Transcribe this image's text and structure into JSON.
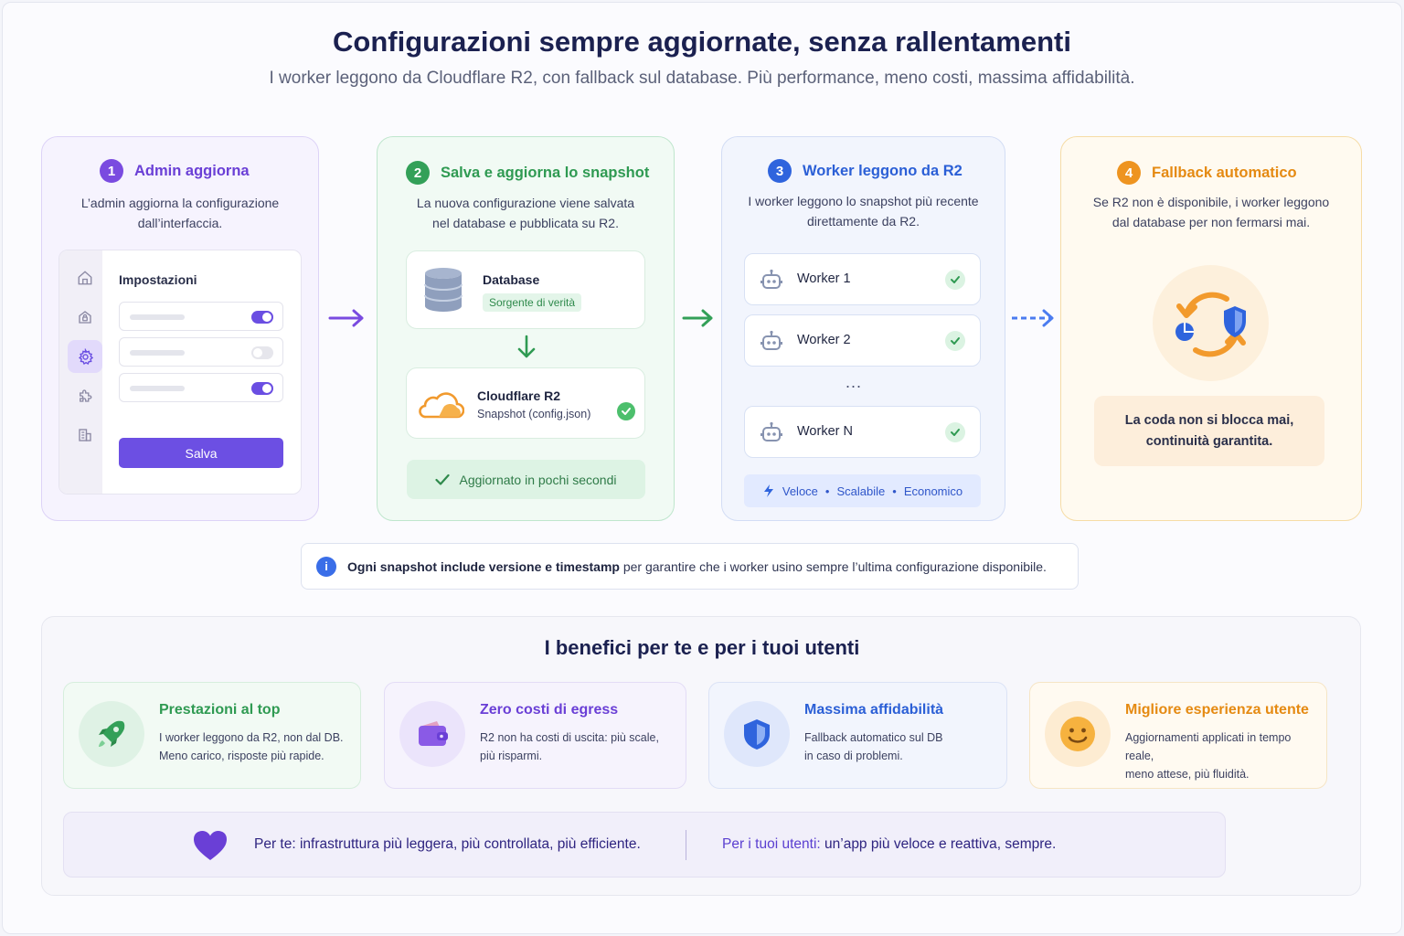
{
  "header": {
    "title": "Configurazioni sempre aggiornate, senza rallentamenti",
    "subtitle": "I worker leggono da Cloudflare R2, con fallback sul database. Più performance, meno costi, massima affidabilità."
  },
  "steps": [
    {
      "number": "1",
      "title": "Admin aggiorna",
      "desc_line1": "L’admin aggiorna la configurazione",
      "desc_line2": "dall’interfaccia.",
      "color": "#6a3fd6"
    },
    {
      "number": "2",
      "title": "Salva e aggiorna lo snapshot",
      "desc_line1": "La nuova configurazione viene salvata",
      "desc_line2": "nel database e pubblicata su R2.",
      "color": "#2f9a52"
    },
    {
      "number": "3",
      "title": "Worker leggono da R2",
      "desc_line1": "I worker leggono lo snapshot più recente",
      "desc_line2": "direttamente da R2.",
      "color": "#2b5fd6"
    },
    {
      "number": "4",
      "title": "Fallback automatico",
      "desc_line1": "Se R2 non è disponibile, i worker leggono",
      "desc_line2": "dal database per non fermarsi mai.",
      "color": "#e58a12"
    }
  ],
  "settings_mock": {
    "title": "Impostazioni",
    "sidebar_icons": [
      "home-icon",
      "lock-icon",
      "gear-icon",
      "puzzle-icon",
      "building-icon"
    ],
    "toggles": [
      true,
      false,
      true
    ],
    "save_label": "Salva"
  },
  "storage": {
    "database_title": "Database",
    "database_badge": "Sorgente di verità",
    "r2_title": "Cloudflare R2",
    "r2_subtitle": "Snapshot (config.json)",
    "status": "Aggiornato in pochi secondi"
  },
  "workers": {
    "items": [
      "Worker 1",
      "Worker 2",
      "Worker N"
    ],
    "ellipsis": "...",
    "features": [
      "Veloce",
      "Scalabile",
      "Economico"
    ],
    "separator": "•"
  },
  "fallback": {
    "note_line1": "La coda non si blocca mai,",
    "note_line2": "continuità garantita."
  },
  "info": {
    "strong": "Ogni snapshot include versione e timestamp",
    "rest": " per garantire che i worker usino sempre l’ultima configurazione disponibile."
  },
  "benefits": {
    "title": "I benefici per te e per i tuoi utenti",
    "cards": [
      {
        "title": "Prestazioni al top",
        "line1": "I worker leggono da R2, non dal DB.",
        "line2": "Meno carico, risposte più rapide.",
        "icon": "rocket-icon",
        "color": "#2f9a52"
      },
      {
        "title": "Zero costi di egress",
        "line1": "R2 non ha costi di uscita: più scale,",
        "line2": "più risparmi.",
        "icon": "wallet-icon",
        "color": "#6a3fd6"
      },
      {
        "title": "Massima affidabilità",
        "line1": "Fallback automatico sul DB",
        "line2": "in caso di problemi.",
        "icon": "shield-icon",
        "color": "#2b5fd6"
      },
      {
        "title": "Migliore esperienza utente",
        "line1": "Aggiornamenti applicati in tempo reale,",
        "line2": "meno attese, più fluidità.",
        "icon": "smiley-icon",
        "color": "#e58a12"
      }
    ]
  },
  "footer": {
    "left_strong": "Per te:",
    "left_rest": " infrastruttura più leggera, più controllata, più efficiente.",
    "right_strong": "Per i tuoi utenti:",
    "right_rest": " un’app più veloce e reattiva, sempre."
  }
}
